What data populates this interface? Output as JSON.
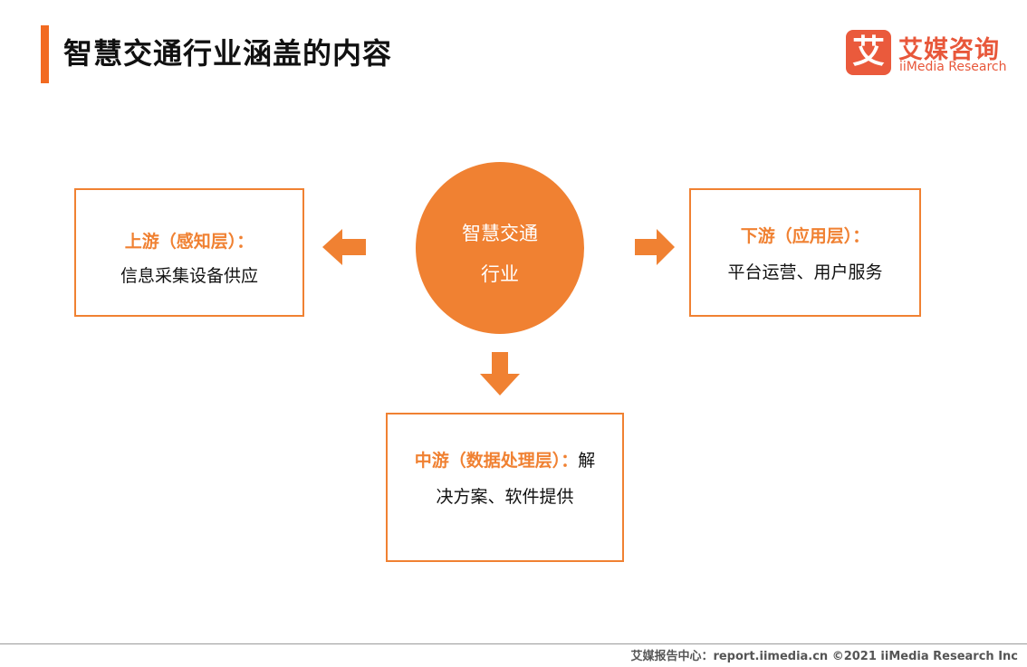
{
  "header": {
    "title": "智慧交通行业涵盖的内容"
  },
  "logo": {
    "mark": "艾",
    "name_cn": "艾媒咨询",
    "name_en": "iiMedia Research"
  },
  "diagram": {
    "center": {
      "line1": "智慧交通",
      "line2": "行业"
    },
    "upstream": {
      "heading": "上游（感知层）：",
      "text": "信息采集设备供应"
    },
    "downstream": {
      "heading": "下游（应用层）：",
      "text": "平台运营、用户服务"
    },
    "midstream": {
      "heading": "中游（数据处理层）：",
      "text_tail": "解",
      "text_line2": "决方案、软件提供"
    }
  },
  "footer": {
    "text": "艾媒报告中心：report.iimedia.cn   ©2021  iiMedia Research  Inc"
  },
  "colors": {
    "accent": "#f08132",
    "title_bar": "#f26a21",
    "logo": "#e8573a"
  }
}
